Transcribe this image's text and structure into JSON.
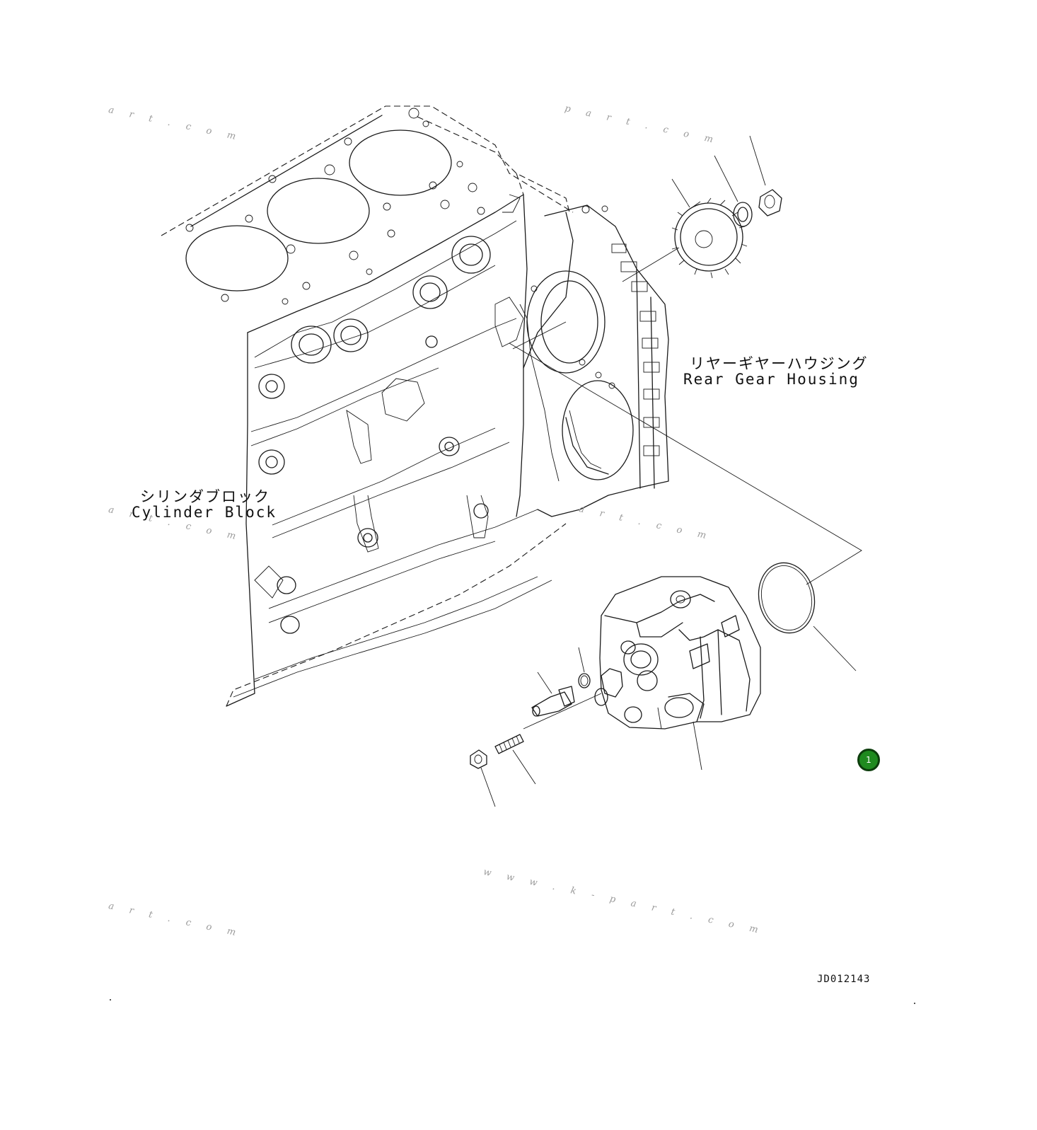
{
  "labels": {
    "rear_gear_housing_jp": "リヤーギヤーハウジング",
    "rear_gear_housing_en": "Rear Gear Housing",
    "cylinder_block_jp": "シリンダブロック",
    "cylinder_block_en": "Cylinder Block"
  },
  "drawing_code": "JD012143",
  "callouts": [
    {
      "number": "1",
      "color": "#1f8a1f"
    }
  ]
}
